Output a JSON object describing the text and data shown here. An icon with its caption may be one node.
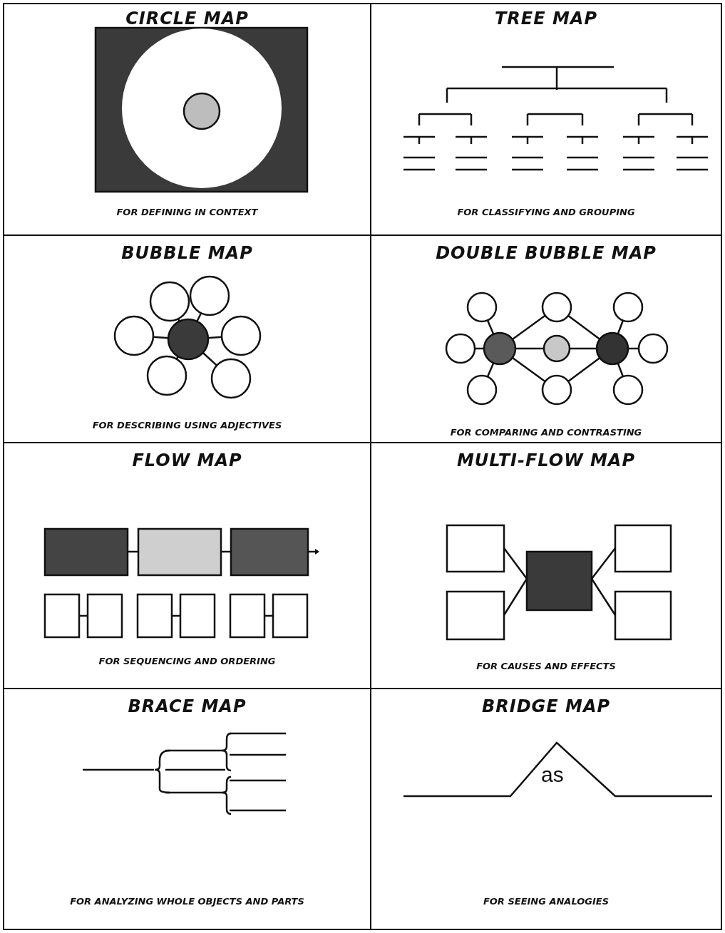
{
  "diagram": {
    "nodes": [
      {
        "text": [
          "CIRCLE MAP",
          "FOR DEFINING IN CONTEXT"
        ]
      },
      {
        "text": [
          "TREE MAP",
          "FOR CLASSIFYING AND GROUPING"
        ]
      },
      {
        "text": [
          "BUBBLE MAP",
          "FOR DESCRIBING USING ADJECTIVES"
        ]
      },
      {
        "text": [
          "DOUBLE BUBBLE MAP",
          "FOR COMPARING AND CONTRASTING"
        ]
      },
      {
        "text": [
          "FLOW MAP",
          "FOR SEQUENCING AND ORDERING"
        ]
      },
      {
        "text": [
          "MULTI-FLOW MAP",
          "FOR CAUSES AND EFFECTS"
        ]
      },
      {
        "text": [
          "BRACE MAP",
          "FOR ANALYZING WHOLE OBJECTS AND PARTS"
        ]
      },
      {
        "text": [
          "BRIDGE MAP",
          "FOR SEEING ANALOGIES"
        ]
      }
    ],
    "labels": [
      "as"
    ]
  }
}
